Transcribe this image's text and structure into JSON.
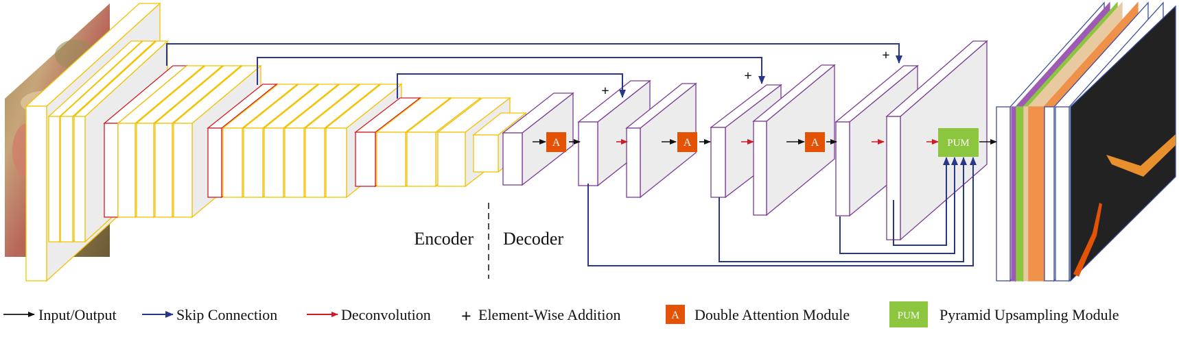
{
  "colors": {
    "encoder": "#f2c200",
    "encoder_first": "#d01a24",
    "decoder": "#7a3a94",
    "face": "#ececec",
    "input_output": "#111111",
    "skip": "#28378a",
    "deconv": "#d01a24",
    "attention": "#e35205",
    "pum": "#8cc63f",
    "out_purple": "#9d5bb3",
    "out_green": "#8cc63f",
    "out_tan": "#e8c9a0",
    "out_orange": "#f0914a",
    "out_blue": "#3b4c9b",
    "out_dark": "#222222"
  },
  "labels": {
    "encoder": "Encoder",
    "decoder": "Decoder",
    "attention_module": "A",
    "pum_module": "PUM",
    "plus": "+"
  },
  "legend": {
    "input_output": "Input/Output",
    "skip_connection": "Skip Connection",
    "deconvolution": "Deconvolution",
    "plus_symbol": "+",
    "element_wise_addition": "Element-Wise Addition",
    "attention_letter": "A",
    "double_attention_module": "Double Attention Module",
    "pum_text": "PUM",
    "pyramid_upsampling_module": "Pyramid Upsampling Module"
  },
  "icons": {
    "input_image": "surgical-image",
    "output_image": "segmentation-mask"
  }
}
